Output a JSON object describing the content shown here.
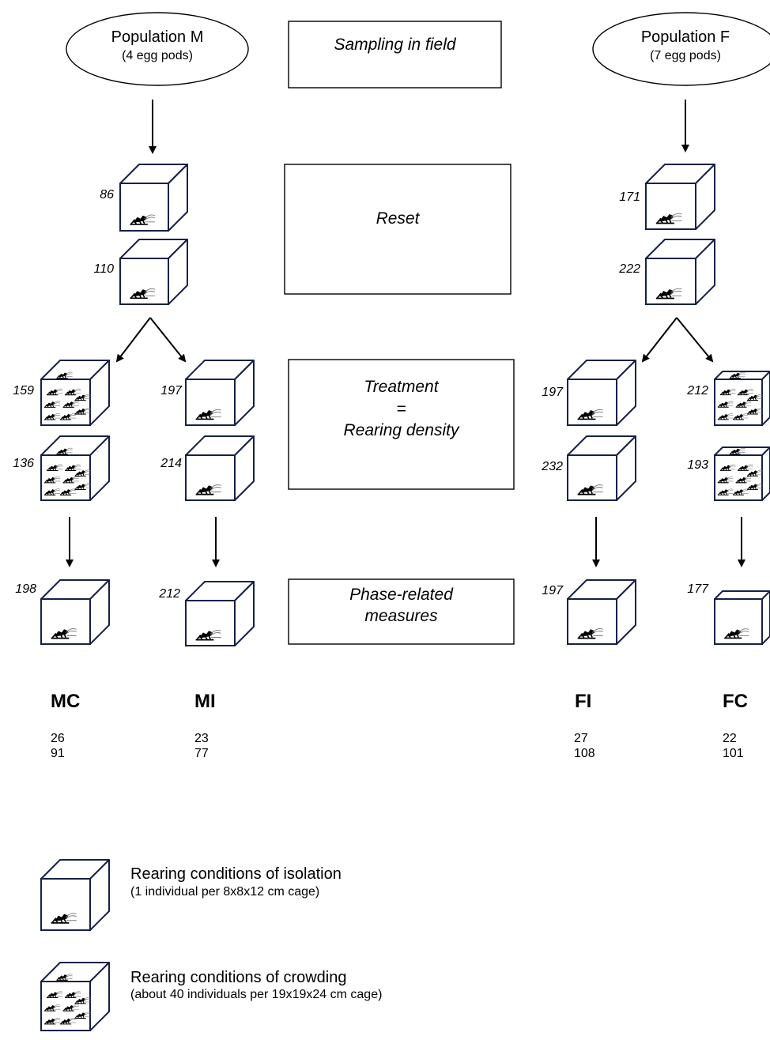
{
  "populations": {
    "m": {
      "title": "Population M",
      "subtitle": "(4 egg pods)"
    },
    "f": {
      "title": "Population F",
      "subtitle": "(7 egg pods)"
    }
  },
  "stages": {
    "sampling": "Sampling in field",
    "reset": "Reset",
    "treatment_line1": "Treatment",
    "treatment_line2": "=",
    "treatment_line3": "Rearing density",
    "phase_line1": "Phase-related",
    "phase_line2": "measures"
  },
  "counts": {
    "m_reset_1": "86",
    "m_reset_2": "110",
    "f_reset_1": "171",
    "f_reset_2": "222",
    "mc_treat_1": "159",
    "mc_treat_2": "136",
    "mi_treat_1": "197",
    "mi_treat_2": "214",
    "fi_treat_1": "197",
    "fi_treat_2": "232",
    "fc_treat_1": "212",
    "fc_treat_2": "193",
    "mc_phase": "198",
    "mi_phase": "212",
    "fi_phase": "197",
    "fc_phase": "177"
  },
  "groups": [
    {
      "label": "MC",
      "v1": "26",
      "v2": "91"
    },
    {
      "label": "MI",
      "v1": "23",
      "v2": "77"
    },
    {
      "label": "FI",
      "v1": "27",
      "v2": "108"
    },
    {
      "label": "FC",
      "v1": "22",
      "v2": "101"
    }
  ],
  "legend": {
    "isolation_title": "Rearing conditions of isolation",
    "isolation_sub": "(1 individual per 8x8x12 cm cage)",
    "crowding_title": "Rearing conditions of crowding",
    "crowding_sub": "(about 40 individuals per 19x19x24 cm cage)"
  },
  "colors": {
    "cube_stroke": "#16204a",
    "ink": "#000000"
  },
  "icons": {
    "locust": "locust-icon",
    "cage": "cage-cube-icon"
  }
}
